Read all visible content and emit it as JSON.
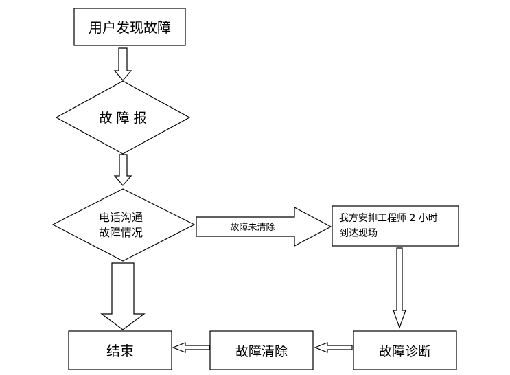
{
  "nodes": {
    "user_finds_fault": "用户发现故障",
    "fault_report": "故 障 报",
    "phone_line1": "电话沟通",
    "phone_line2": "故障情况",
    "dispatch_line1": "我方安排工程师 2 小时",
    "dispatch_line2": "到达现场",
    "end": "结束",
    "fault_cleared": "故障清除",
    "fault_diagnosis": "故障诊断"
  },
  "edges": {
    "not_cleared": "故障未清除",
    "cleared": ""
  }
}
